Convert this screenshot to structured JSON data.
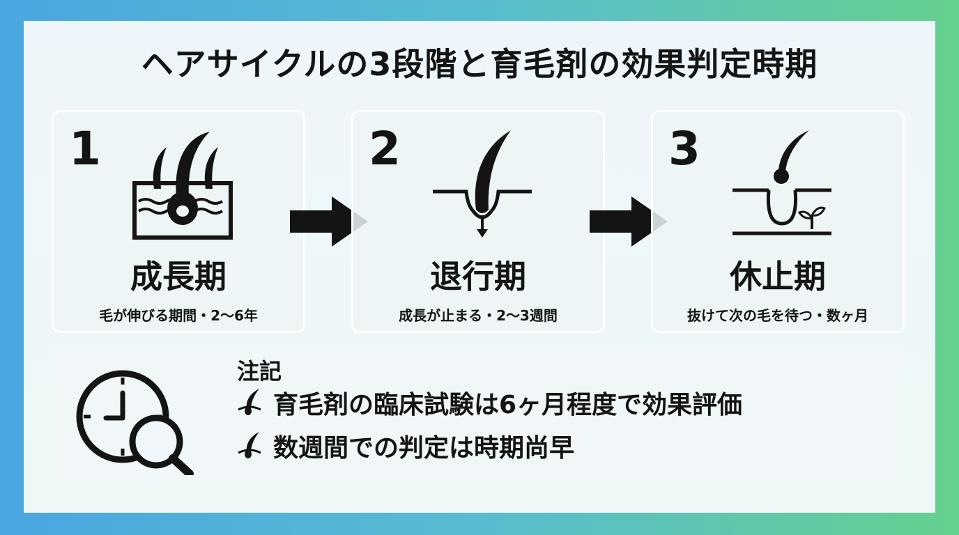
{
  "title": "ヘアサイクルの3段階と育毛剤の効果判定時期",
  "stages": [
    {
      "number": "1",
      "name": "成長期",
      "description": "毛が伸びる期間・2〜6年",
      "icon": "growing-hair-follicle-icon"
    },
    {
      "number": "2",
      "name": "退行期",
      "description": "成長が止まる・2〜3週間",
      "icon": "shrinking-hair-follicle-icon"
    },
    {
      "number": "3",
      "name": "休止期",
      "description": "抜けて次の毛を待つ・数ヶ月",
      "icon": "resting-hair-follicle-icon"
    }
  ],
  "notes": {
    "heading": "注記",
    "icon": "clock-magnifier-icon",
    "bullet_icon": "hair-follicle-bullet-icon",
    "items": [
      "育毛剤の臨床試験は6ヶ月程度で効果評価",
      "数週間での判定は時期尚早"
    ]
  },
  "colors": {
    "background_left": "#4aa6e0",
    "background_right": "#66d08e",
    "panel": "#eef6fb",
    "ink": "#141414"
  }
}
